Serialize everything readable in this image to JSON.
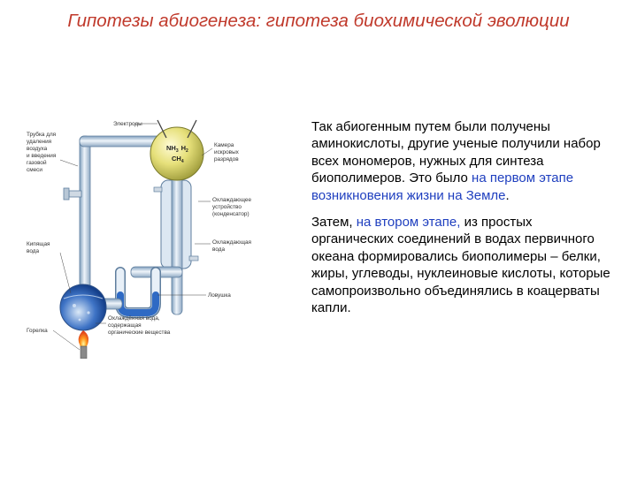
{
  "title": "Гипотезы абиогенеза: гипотеза биохимической эволюции",
  "diagram": {
    "labels": {
      "electrodes": "Электроды",
      "tube_1": "Трубка для",
      "tube_2": "удаления",
      "tube_3": "воздуха",
      "tube_4": "и введения",
      "tube_5": "газовой",
      "tube_6": "смеси",
      "chamber_1": "Камера",
      "chamber_2": "искровых",
      "chamber_3": "разрядов",
      "cooler_1": "Охлаждающее",
      "cooler_2": "устройство",
      "cooler_3": "(конденсатор)",
      "boiling_1": "Кипящая",
      "boiling_2": "вода",
      "coolwater_1": "Охлаждающая",
      "coolwater_2": "вода",
      "trap": "Ловушка",
      "burner": "Горелка",
      "result_1": "Охлаждённая вода,",
      "result_2": "содержащая",
      "result_3": "органические вещества"
    },
    "formula": {
      "nh": "NH",
      "nh_sub": "3",
      "h": "H",
      "h_sub": "2",
      "ch": "CH",
      "ch_sub": "4"
    }
  },
  "text": {
    "p1_a": "Так абиогенным путем были получены аминокислоты, другие ученые получили набор всех мономеров, нужных для синтеза биополимеров. Это было ",
    "p1_hl": "на первом этапе возникновения жизни на Земле",
    "p1_end": ".",
    "p2_a": "Затем, ",
    "p2_hl": "на втором этапе,",
    "p2_b": "  из простых органических соединений в водах первичного океана формировались биополимеры – белки, жиры, углеводы, нуклеиновые кислоты, которые самопроизвольно объединялись в  коацерваты капли."
  }
}
